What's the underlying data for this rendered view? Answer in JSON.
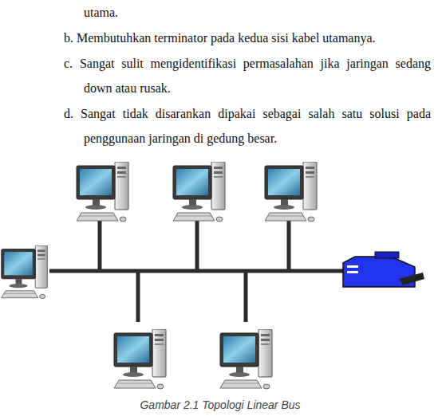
{
  "diagram": {
    "caption": "Gambar 2.1 Topologi Linear Bus",
    "labels": [
      "utama.",
      "b. Membutuhkan terminator pada kedua sisi kabel utamanya.",
      "c. Sangat sulit mengidentifikasi permasalahan jika jaringan sedang down atau rusak.",
      "d. Sangat tidak disarankan dipakai sebagai salah satu solusi pada penggunaan jaringan di gedung besar."
    ]
  }
}
